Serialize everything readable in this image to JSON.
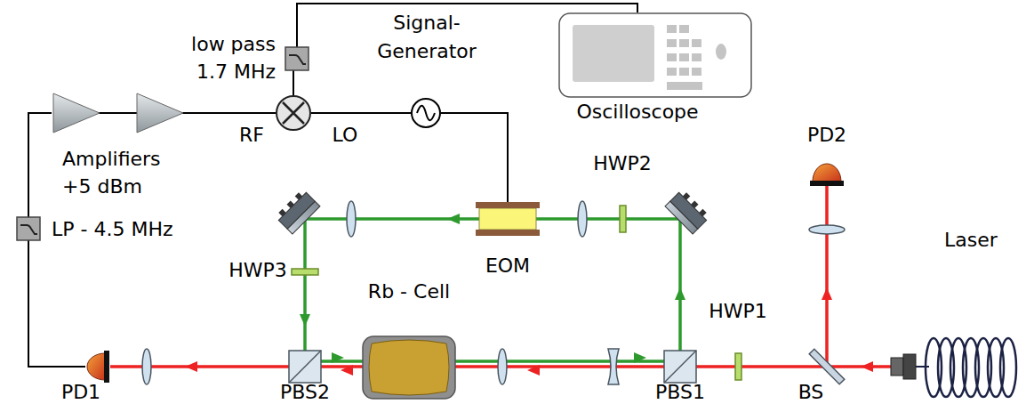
{
  "diagram": {
    "nodes": [
      {
        "text": [
          "Oscilloscope"
        ]
      },
      {
        "text": [
          "low pass 1.7 MHz"
        ]
      },
      {
        "text": [
          "Signal- Generator"
        ]
      },
      {
        "text": [
          "RF",
          "LO"
        ]
      },
      {
        "text": [
          "Amplifiers +5 dBm"
        ]
      },
      {
        "text": [
          "LP - 4.5 MHz"
        ]
      },
      {
        "text": [
          "EOM"
        ]
      },
      {
        "text": [
          "PD1"
        ]
      }
    ],
    "edges": [
      {
        "from": 7,
        "to": 5,
        "arrow": "none"
      },
      {
        "from": 5,
        "to": 4,
        "arrow": "none"
      },
      {
        "from": 4,
        "to": 3,
        "arrow": "none"
      },
      {
        "from": 3,
        "to": 1,
        "arrow": "none"
      },
      {
        "from": 1,
        "to": 0,
        "arrow": "none"
      },
      {
        "from": 2,
        "to": 3,
        "arrow": "none"
      },
      {
        "from": 2,
        "to": 6,
        "arrow": "none"
      }
    ],
    "labels": [
      "Laser",
      "BS",
      "HWP1",
      "PBS1",
      "Rb - Cell",
      "PBS2",
      "PD2",
      "HWP2",
      "HWP3"
    ]
  }
}
